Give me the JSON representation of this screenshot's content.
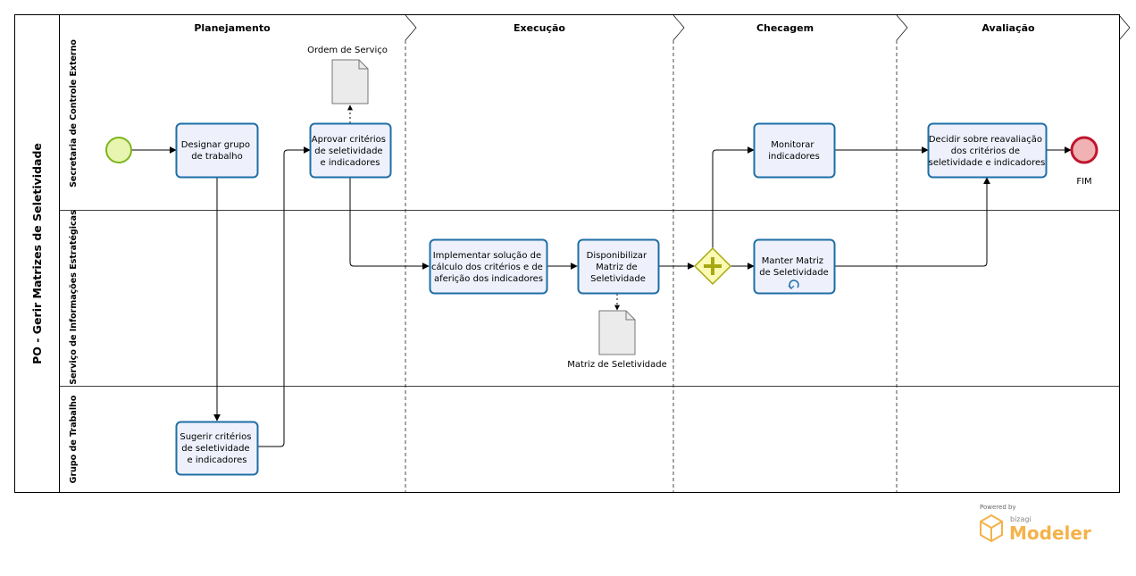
{
  "pool": {
    "title": "PO - Gerir Matrizes de Seletividade"
  },
  "phases": [
    "Planejamento",
    "Execução",
    "Checagem",
    "Avaliação"
  ],
  "lanes": [
    "Secretaria de Controle Externo",
    "Serviço de Informações Estratégicas",
    "Grupo de Trabalho"
  ],
  "tasks": {
    "designar": [
      "Designar grupo",
      "de trabalho"
    ],
    "aprovar": [
      "Aprovar critérios",
      "de seletividade",
      "e indicadores"
    ],
    "sugerir": [
      "Sugerir critérios",
      "de seletividade",
      "e indicadores"
    ],
    "implementar": [
      "Implementar solução de",
      "cálculo dos critérios e de",
      "aferição dos indicadores"
    ],
    "disponibilizar": [
      "Disponibilizar",
      "Matriz de",
      "Seletividade"
    ],
    "monitorar": [
      "Monitorar",
      "indicadores"
    ],
    "manter": [
      "Manter Matriz",
      "de Seletividade"
    ],
    "decidir": [
      "Decidir sobre reavaliação",
      "dos critérios de",
      "seletividade e indicadores"
    ]
  },
  "documents": {
    "ordem": "Ordem de Serviço",
    "matriz": "Matriz de Seletividade"
  },
  "end_event": {
    "label": "FIM"
  },
  "branding": {
    "powered_by": "Powered by",
    "vendor": "bizagi",
    "product": "Modeler"
  },
  "colors": {
    "task_fill": "#eef1fc",
    "task_stroke": "#1e6ea6",
    "start_fill": "#e8f5b0",
    "start_stroke": "#7cb51c",
    "end_fill": "#f0b2b2",
    "end_stroke": "#c0152e",
    "gateway_fill": "#fafab4",
    "gateway_stroke": "#a8a810",
    "logo": "#f5b24a"
  }
}
